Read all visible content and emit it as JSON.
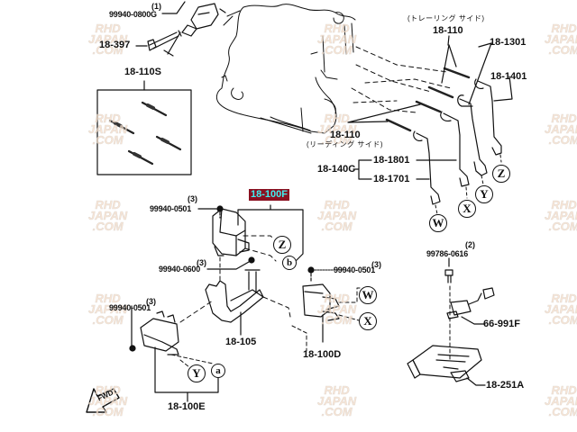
{
  "diagram": {
    "title": "Ignition system parts diagram",
    "highlight_color": "#8a1020",
    "highlight_text_color": "#3ff0f0",
    "watermark": {
      "lines": [
        "RHD",
        "JAPAN",
        ".COM"
      ],
      "color": "#f6dcc6"
    },
    "parts": {
      "p_99940_0800G": {
        "number": "99940-0800G",
        "qty": "(1)"
      },
      "p_18_397": {
        "number": "18-397"
      },
      "p_18_110S": {
        "number": "18-110S"
      },
      "p_18_110_trailing": {
        "number": "18-110",
        "note": "(トレーリング  サイド)"
      },
      "p_18_110_leading": {
        "number": "18-110",
        "note": "(リーディング  サイド)"
      },
      "p_18_1301": {
        "number": "18-1301"
      },
      "p_18_1401": {
        "number": "18-1401"
      },
      "p_18_140C": {
        "number": "18-140C"
      },
      "p_18_1801": {
        "number": "18-1801"
      },
      "p_18_1701": {
        "number": "18-1701"
      },
      "p_18_100F": {
        "number": "18-100F",
        "highlighted": true
      },
      "p_99940_0501_a": {
        "number": "99940-0501",
        "qty": "(3)"
      },
      "p_99940_0600": {
        "number": "99940-0600",
        "qty": "(3)"
      },
      "p_99940_0501_b": {
        "number": "99940-0501",
        "qty": "(3)"
      },
      "p_99940_0501_c": {
        "number": "99940-0501",
        "qty": "(3)"
      },
      "p_18_105": {
        "number": "18-105"
      },
      "p_18_100D": {
        "number": "18-100D"
      },
      "p_18_100E": {
        "number": "18-100E"
      },
      "p_99786_0616": {
        "number": "99786-0616",
        "qty": "(2)"
      },
      "p_66_991F": {
        "number": "66-991F"
      },
      "p_18_251A": {
        "number": "18-251A"
      }
    },
    "connectors": {
      "W1": "W",
      "X1": "X",
      "Y1": "Y",
      "Z1": "Z",
      "Z2": "Z",
      "b": "b",
      "W2": "W",
      "X2": "X",
      "Y2": "Y",
      "a": "a"
    },
    "fwd_label": "FWD"
  }
}
